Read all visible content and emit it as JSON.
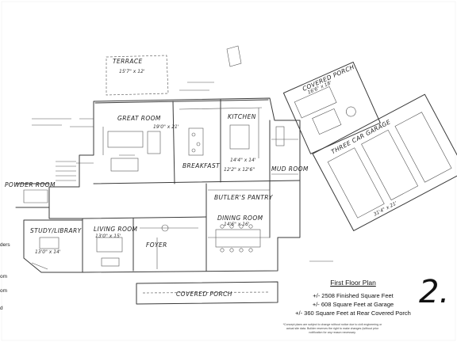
{
  "legend": {
    "title": "First Floor Plan",
    "lines": [
      "+/- 2508 Finished Square Feet",
      "+/- 608 Square Feet at Garage",
      "+/- 360 Square Feet at Rear Covered Porch"
    ]
  },
  "disclaimer": "*Concept plans are subject to change without notice due to civil engineering or actual site data. Builder reserves the right to make changes (without prior notification for any reason necessary.",
  "page_number": "2.",
  "edge_text": [
    "ders",
    "om",
    "om",
    "d"
  ],
  "rooms": {
    "terrace": "TERRACE",
    "great_room": "GREAT ROOM",
    "kitchen": "KITCHEN",
    "breakfast": "BREAKFAST",
    "covered_porch": "COVERED PORCH",
    "garage": "THREE CAR GARAGE",
    "mud_room": "MUD ROOM",
    "powder": "POWDER ROOM",
    "study": "STUDY/LIBRARY",
    "living": "LIVING ROOM",
    "foyer": "FOYER",
    "dining": "DINING ROOM",
    "butler": "BUTLER'S PANTRY",
    "front_porch": "COVERED PORCH"
  },
  "dims": {
    "terrace": "15'7\" x 12'",
    "great_room": "19'0\" x 21'",
    "kitchen": "14'4\" x 14'",
    "breakfast": "12'2\" x 12'6\"",
    "covered_porch": "16'6\" x 18'",
    "garage": "31'4\" x 21'",
    "dining": "14'6\" x 16'",
    "study": "13'0\" x 14'",
    "living": "13'0\" x 15'"
  }
}
